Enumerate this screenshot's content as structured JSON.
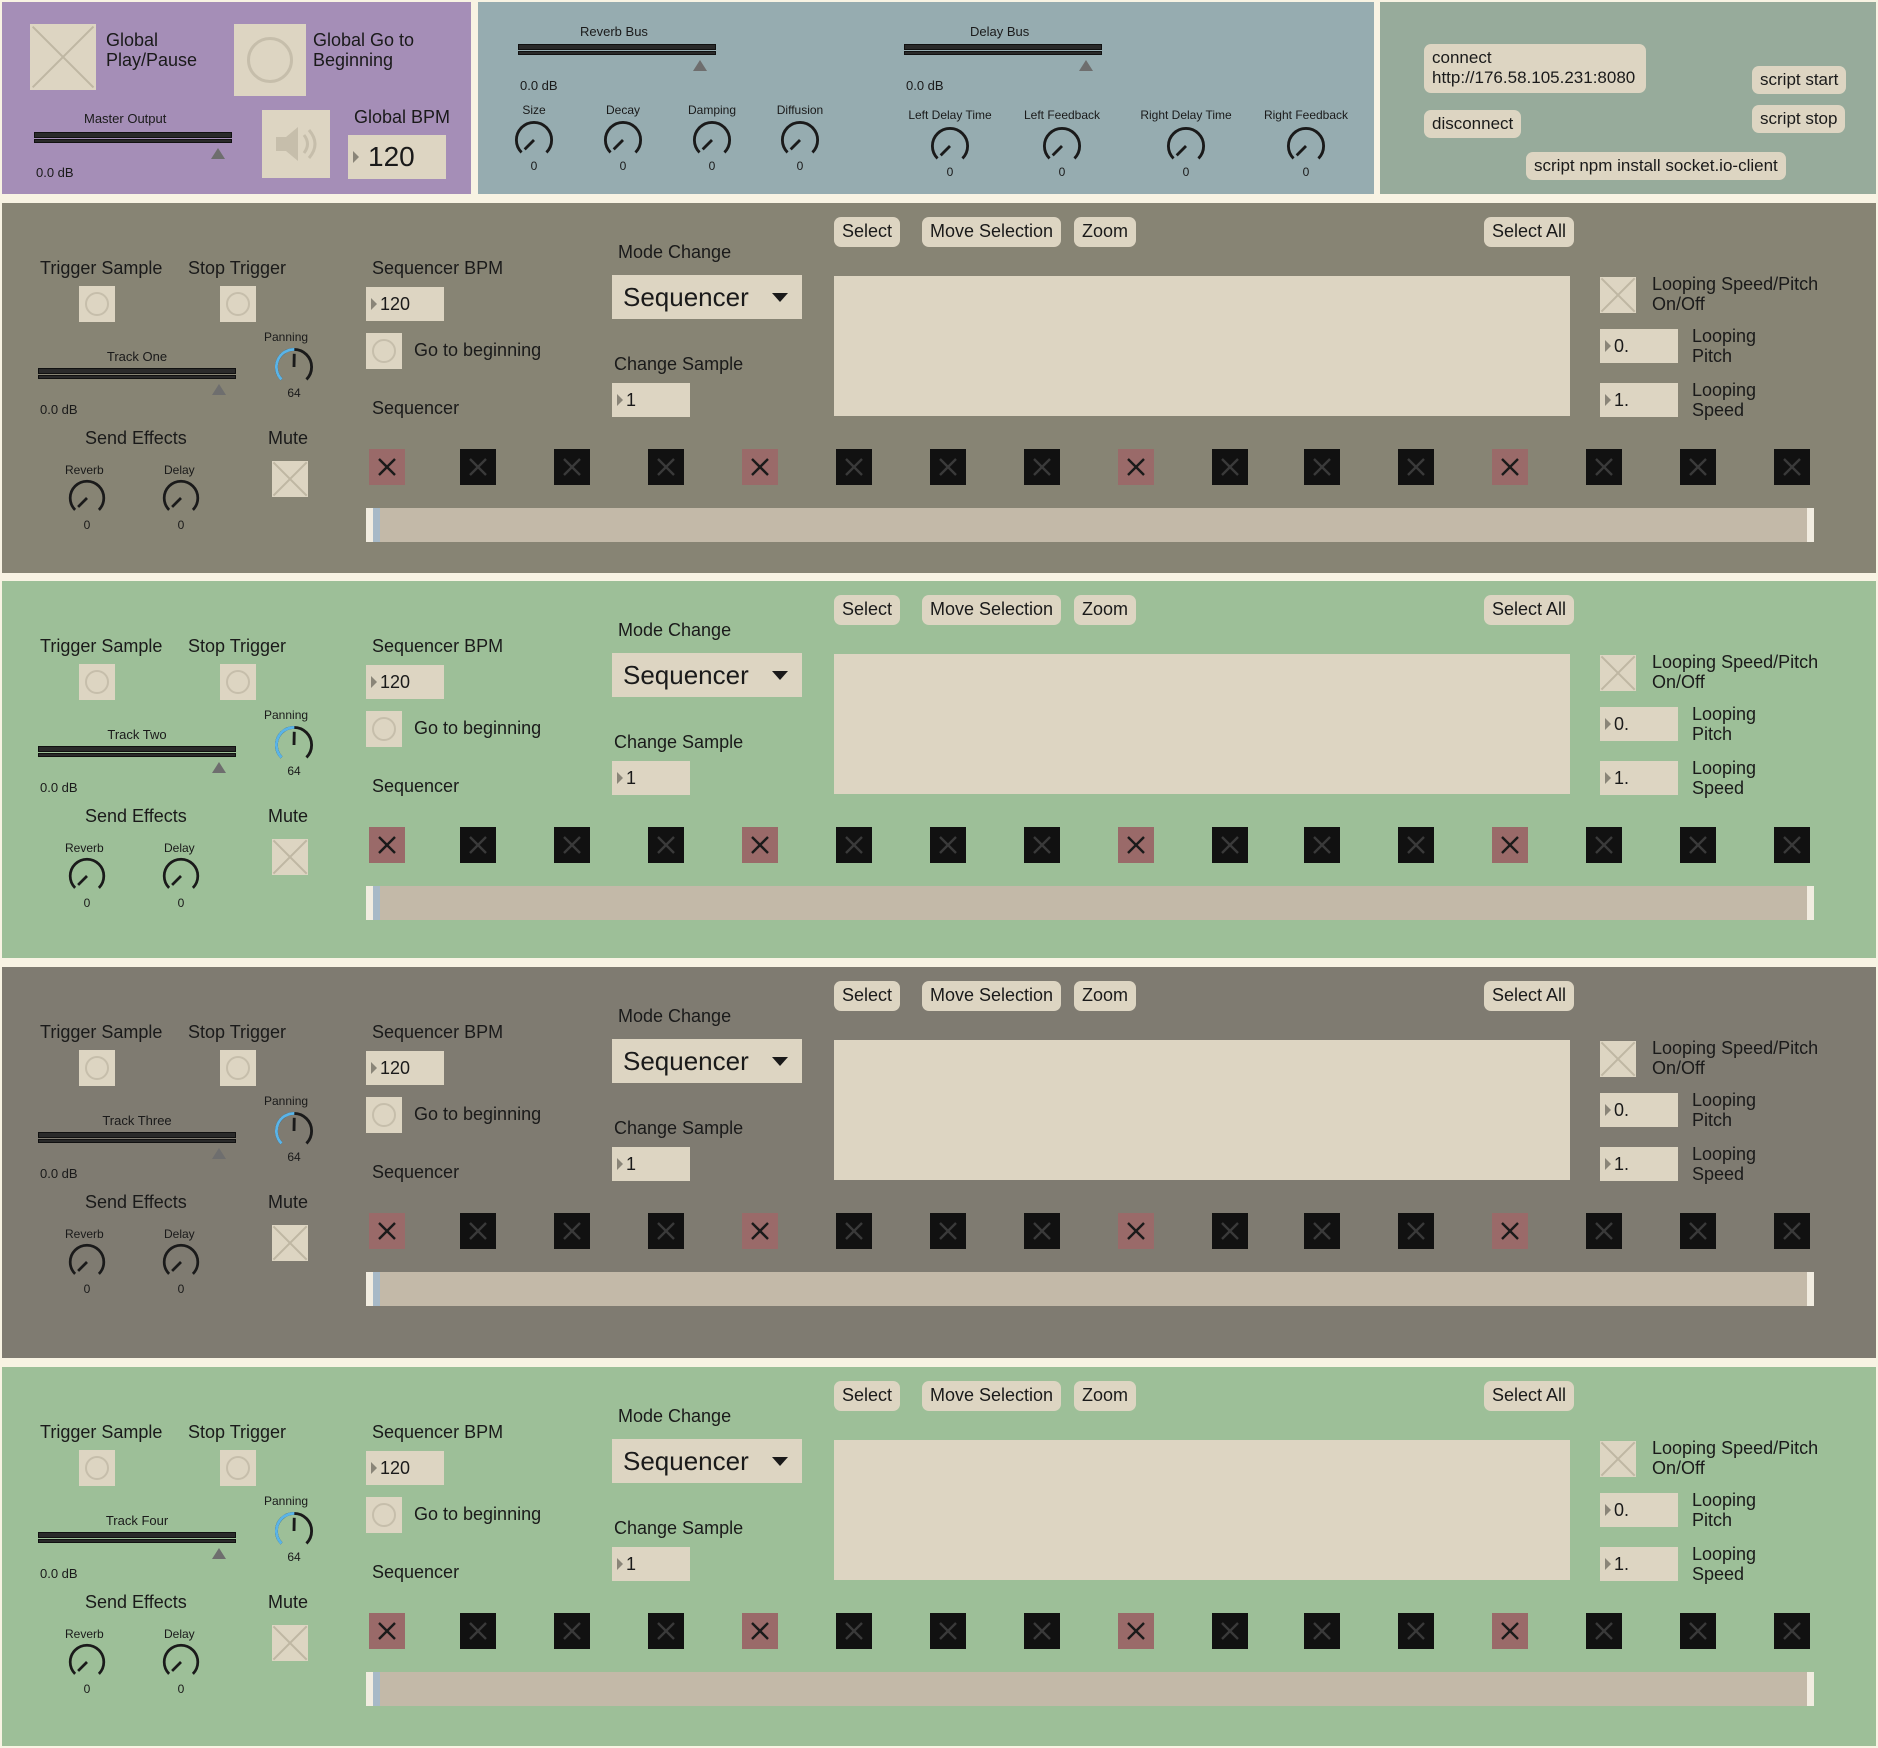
{
  "colors": {
    "purple": "#a58eb7",
    "blue": "#96acb0",
    "teal": "#97ab9b",
    "gray": "#878474",
    "green": "#9dbf98",
    "gray2": "#7f7b71",
    "step_on": "#9a6a69",
    "step_off": "#111111"
  },
  "global": {
    "play_pause_label": "Global Play/Pause",
    "go_begin_label": "Global Go to Beginning",
    "master_output_label": "Master Output",
    "master_db": "0.0 dB",
    "bpm_label": "Global BPM",
    "bpm_value": "120"
  },
  "reverb": {
    "bus_label": "Reverb Bus",
    "bus_db": "0.0 dB",
    "knobs": [
      {
        "label": "Size",
        "value": "0"
      },
      {
        "label": "Decay",
        "value": "0"
      },
      {
        "label": "Damping",
        "value": "0"
      },
      {
        "label": "Diffusion",
        "value": "0"
      }
    ]
  },
  "delay": {
    "bus_label": "Delay Bus",
    "bus_db": "0.0 dB",
    "knobs": [
      {
        "label": "Left Delay Time",
        "value": "0"
      },
      {
        "label": "Left Feedback",
        "value": "0"
      },
      {
        "label": "Right Delay Time",
        "value": "0"
      },
      {
        "label": "Right Feedback",
        "value": "0"
      }
    ]
  },
  "server": {
    "connect": "connect http://176.58.105.231:8080",
    "disconnect": "disconnect",
    "script_start": "script start",
    "script_stop": "script stop",
    "script_npm": "script npm install socket.io-client"
  },
  "track_common": {
    "trigger_sample": "Trigger Sample",
    "stop_trigger": "Stop Trigger",
    "panning": "Panning",
    "panning_value": "64",
    "send_effects": "Send Effects",
    "mute": "Mute",
    "reverb": "Reverb",
    "delay": "Delay",
    "knob_value": "0",
    "seq_bpm": "Sequencer BPM",
    "seq_bpm_value": "120",
    "go_to_beginning": "Go to beginning",
    "sequencer": "Sequencer",
    "mode_change": "Mode Change",
    "mode_value": "Sequencer",
    "change_sample": "Change Sample",
    "sample_value": "1",
    "select": "Select",
    "move_selection": "Move Selection",
    "zoom": "Zoom",
    "select_all": "Select All",
    "looping_onoff": "Looping Speed/Pitch On/Off",
    "looping_pitch": "Looping Pitch",
    "looping_speed": "Looping Speed",
    "pitch_value": "0.",
    "speed_value": "1."
  },
  "tracks": [
    {
      "name": "Track One",
      "db": "0.0 dB"
    },
    {
      "name": "Track Two",
      "db": "0.0 dB"
    },
    {
      "name": "Track Three",
      "db": "0.0 dB"
    },
    {
      "name": "Track Four",
      "db": "0.0 dB"
    }
  ],
  "steps": [
    1,
    0,
    0,
    0,
    1,
    0,
    0,
    0,
    1,
    0,
    0,
    0,
    1,
    0,
    0,
    0
  ]
}
